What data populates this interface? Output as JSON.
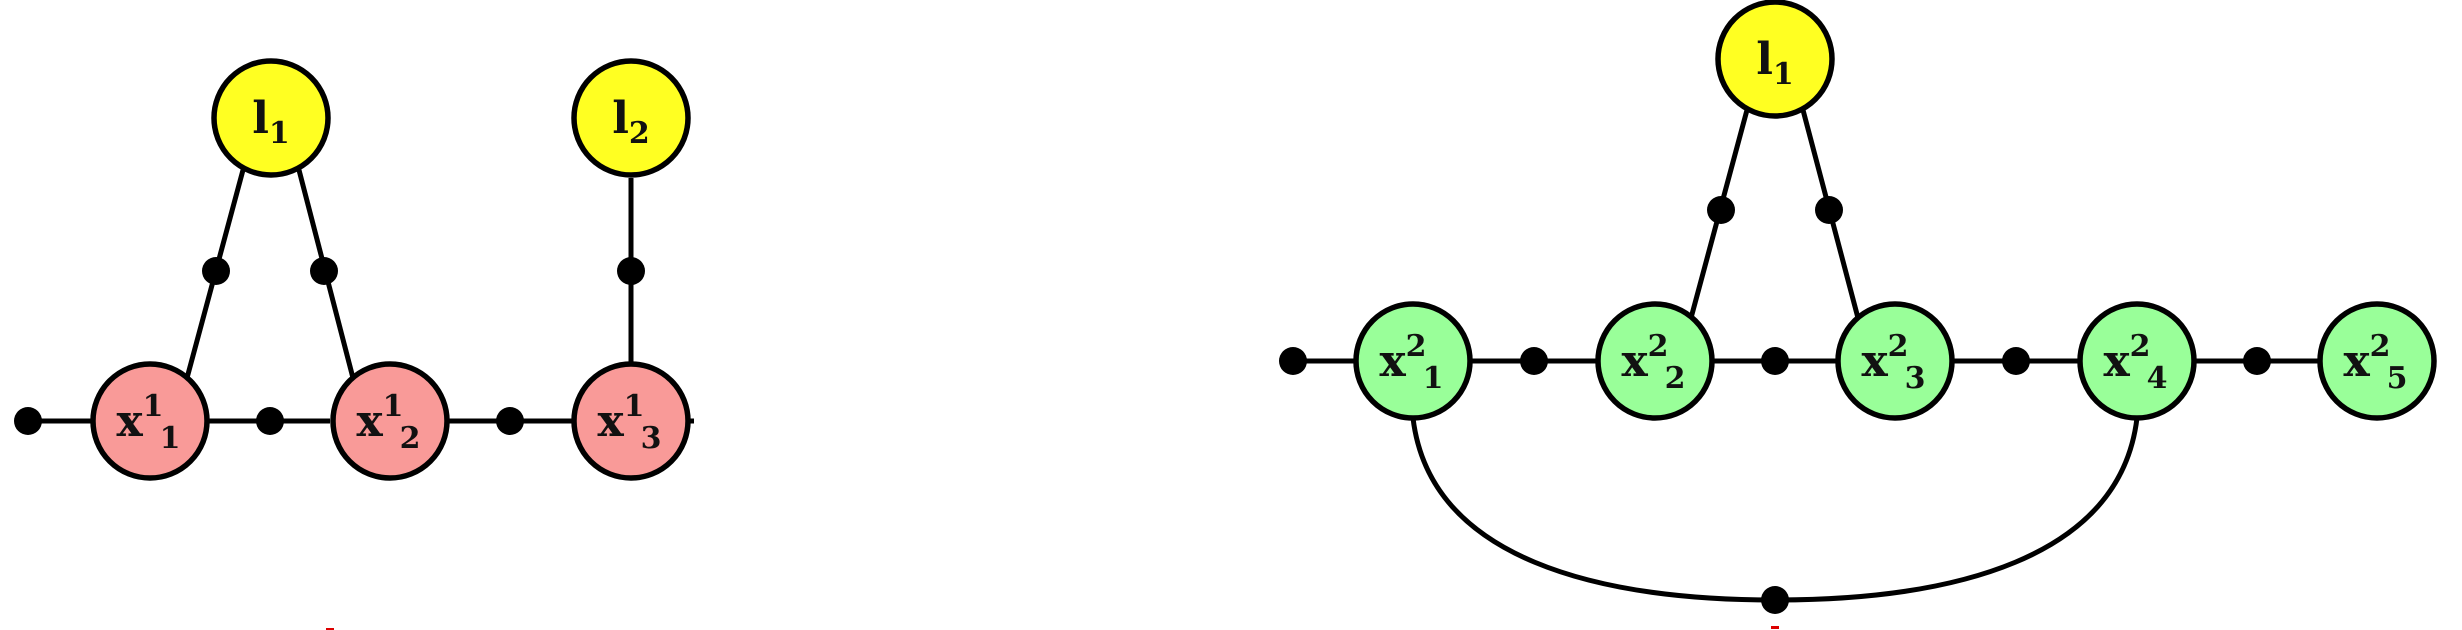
{
  "colors": {
    "landmark_fill": "#FFFF22",
    "pose_red_fill": "#F99A98",
    "pose_green_fill": "#99FF99",
    "stroke": "#000000",
    "marker_red": "#DD0000"
  },
  "left_graph": {
    "landmarks": [
      {
        "main": "l",
        "sub": "1"
      },
      {
        "main": "l",
        "sub": "2"
      }
    ],
    "poses": [
      {
        "main": "x",
        "sup": "1",
        "sub": "1"
      },
      {
        "main": "x",
        "sup": "1",
        "sub": "2"
      },
      {
        "main": "x",
        "sup": "1",
        "sub": "3"
      }
    ]
  },
  "right_graph": {
    "landmarks": [
      {
        "main": "l",
        "sub": "1"
      }
    ],
    "poses": [
      {
        "main": "x",
        "sup": "2",
        "sub": "1"
      },
      {
        "main": "x",
        "sup": "2",
        "sub": "2"
      },
      {
        "main": "x",
        "sup": "2",
        "sub": "3"
      },
      {
        "main": "x",
        "sup": "2",
        "sub": "4"
      },
      {
        "main": "x",
        "sup": "2",
        "sub": "5"
      }
    ]
  }
}
